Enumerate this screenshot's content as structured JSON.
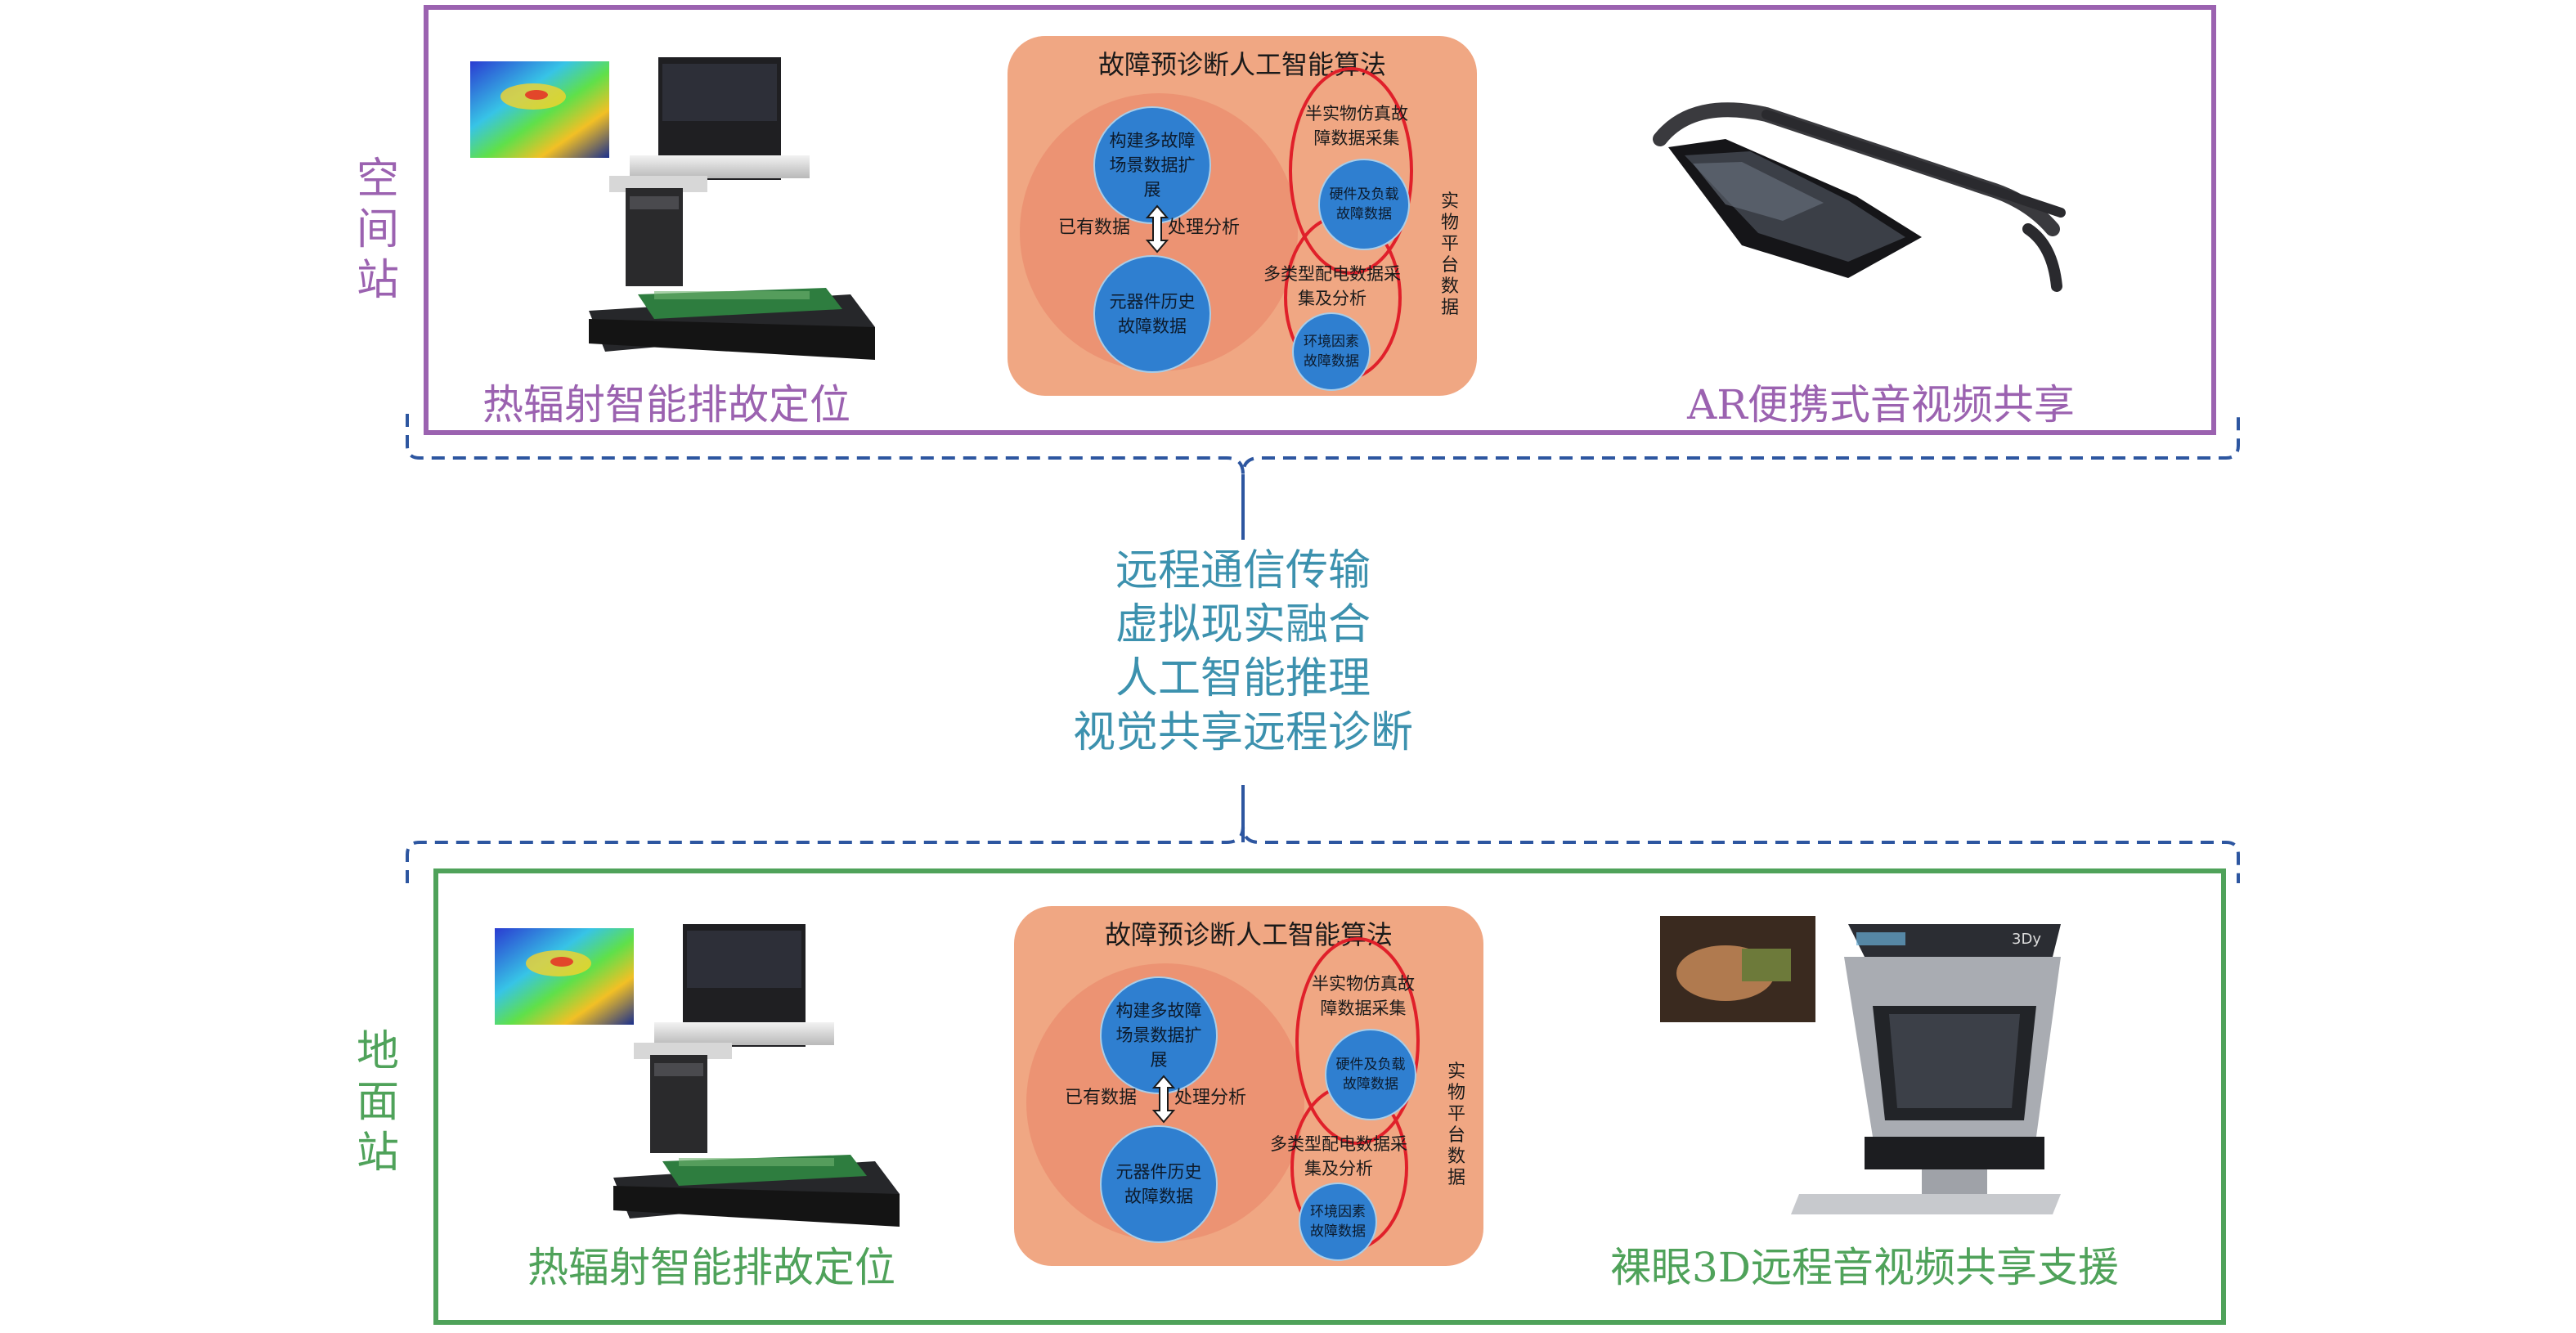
{
  "top_station": {
    "label": "空间站",
    "color": "#9b62b0",
    "left_caption": "热辐射智能排故定位",
    "right_caption": "AR便携式音视频共享",
    "left_device_icon": "thermal-imaging-station-icon",
    "right_device_icon": "ar-glasses-icon"
  },
  "bottom_station": {
    "label": "地面站",
    "color": "#4fa25a",
    "left_caption": "热辐射智能排故定位",
    "right_caption": "裸眼3D远程音视频共享支援",
    "left_device_icon": "thermal-imaging-station-icon",
    "right_device_icon": "naked-eye-3d-display-icon",
    "right_device_brand": "3Dy"
  },
  "algorithm": {
    "title": "故障预诊断人工智能算法",
    "circle_top": "构建多故障场景数据扩展",
    "circle_bottom": "元器件历史故障数据",
    "arrow_left": "已有数据",
    "arrow_right": "处理分析",
    "semi_physical": "半实物仿真故障数据采集",
    "hardware_load": "硬件及负载故障数据",
    "multi_type": "多类型配电数据采集及分析",
    "environment": "环境因素故障数据",
    "physical_platform": "实物平台数据"
  },
  "center": {
    "lines": [
      "远程通信传输",
      "虚拟现实融合",
      "人工智能推理",
      "视觉共享远程诊断"
    ],
    "color": "#3c91ae"
  },
  "colors": {
    "algo_bg": "#f0a783",
    "algo_big_circle": "#ec9373",
    "blue_circle": "#2f7fd0",
    "red_outline": "#e0202a",
    "dashed_connector": "#2d56a0"
  }
}
